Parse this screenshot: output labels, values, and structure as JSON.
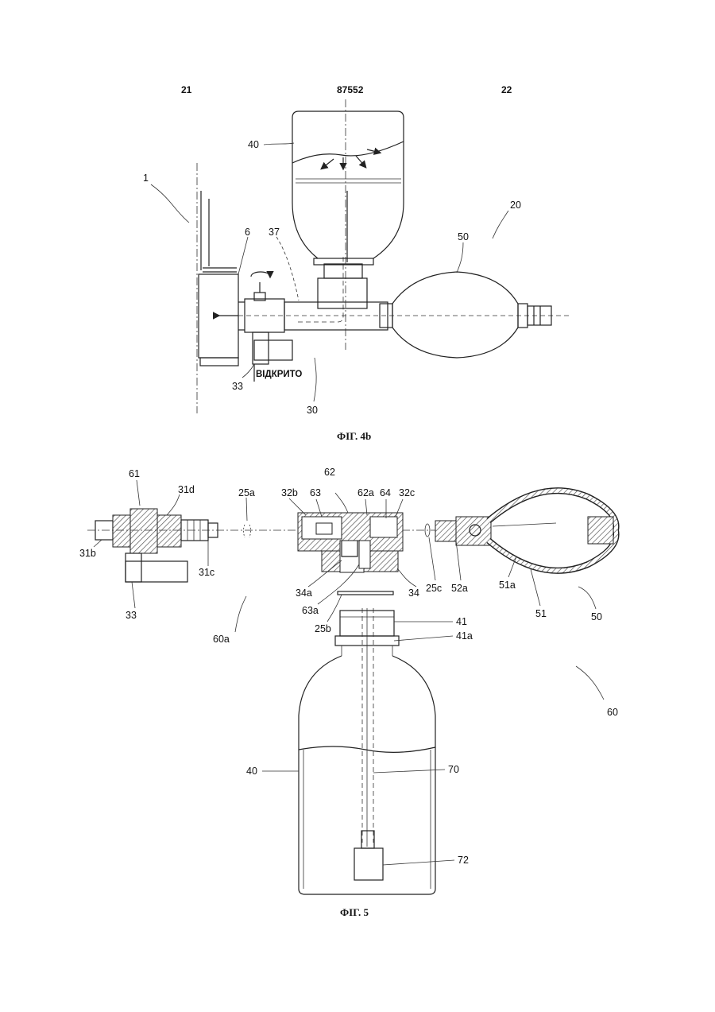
{
  "header": {
    "page_left": "21",
    "patent_number": "87552",
    "page_right": "22"
  },
  "figure_4b": {
    "caption": "ФІГ. 4b",
    "state_label": "ВІДКРИТО",
    "labels": [
      "1",
      "6",
      "37",
      "40",
      "50",
      "20",
      "33",
      "30"
    ]
  },
  "figure_5": {
    "caption": "ФІГ. 5",
    "labels": [
      "61",
      "31d",
      "25a",
      "62",
      "32b",
      "63",
      "62a",
      "64",
      "32c",
      "31b",
      "31c",
      "33",
      "60a",
      "34a",
      "63a",
      "25b",
      "34",
      "25c",
      "52a",
      "51a",
      "51",
      "50",
      "41",
      "41a",
      "60",
      "40",
      "70",
      "72"
    ]
  }
}
